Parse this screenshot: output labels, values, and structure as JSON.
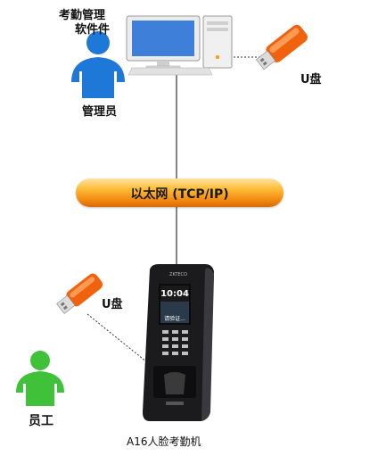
{
  "admin_software_label_line1": "考勤管理",
  "admin_software_label_line2": "软件件",
  "admin_label": "管理员",
  "usb_label_top": "U盘",
  "ethernet_label": "以太网 (TCP/IP)",
  "usb_label_device": "U盘",
  "employee_label": "员工",
  "device_caption": "A16人脸考勤机",
  "device_screen": {
    "brand": "ZKTECO",
    "time": "10:04",
    "status": "请验证..."
  },
  "colors": {
    "person_blue": "#1e78d8",
    "person_green": "#3fc23a",
    "usb_orange": "#f0620e",
    "bar_orange": "#f59a1a"
  }
}
